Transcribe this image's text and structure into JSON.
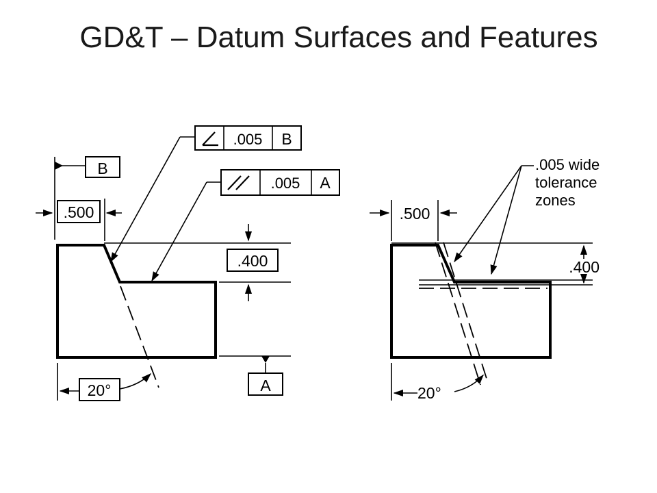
{
  "title": "GD&T – Datum Surfaces and Features",
  "left_view": {
    "datum_b": "B",
    "dim_width": ".500",
    "fcf_angularity": {
      "tolerance": ".005",
      "datum": "B"
    },
    "fcf_parallelism": {
      "tolerance": ".005",
      "datum": "A"
    },
    "dim_height": ".400",
    "angle": "20°",
    "datum_a": "A"
  },
  "right_view": {
    "dim_width": ".500",
    "note_line1": ".005 wide",
    "note_line2": "tolerance",
    "note_line3": "zones",
    "dim_height": ".400",
    "angle": "20°"
  }
}
